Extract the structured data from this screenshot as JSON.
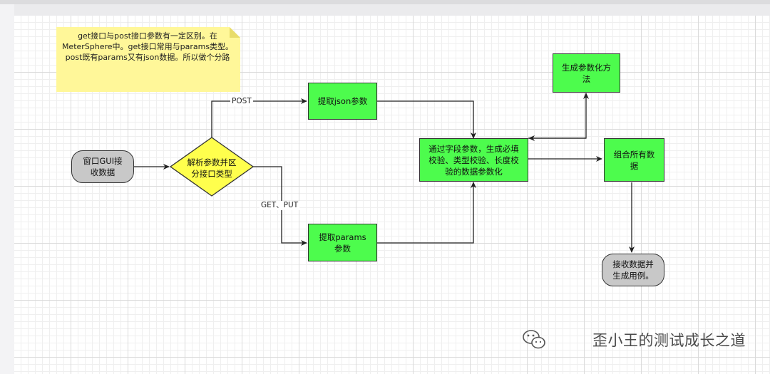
{
  "note": "get接口与post接口参数有一定区别。在MeterSphere中。get接口常用与params类型。post既有params又有json数据。所以做个分路",
  "nodes": {
    "start": "窗口GUI接收数据",
    "decision": "解析参数并区分接口类型",
    "json_params": "提取json参数",
    "url_params": "提取params参数",
    "field_params": "通过字段参数，生成必填校验、类型校验、长度校验的数据参数化",
    "gen_method": "生成参数化方法",
    "combine": "组合所有数据",
    "end": "接收数据并生成用例。"
  },
  "edges": {
    "post_label": "POST",
    "get_put_label": "GET、PUT"
  },
  "watermark": "歪小王的测试成长之道",
  "colors": {
    "process_fill": "#4dfc4d",
    "decision_fill": "#ffff4d",
    "terminal_fill": "#c8c8c8",
    "note_fill": "#fff799"
  }
}
